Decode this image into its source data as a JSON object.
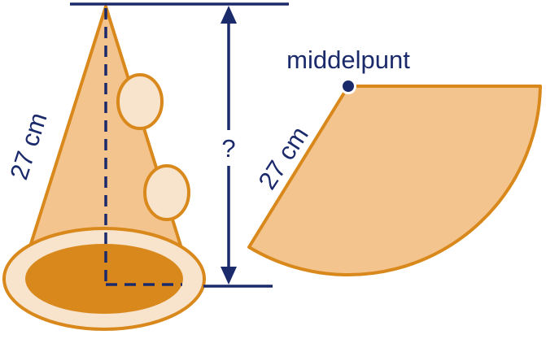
{
  "labels": {
    "cone_slant": "27 cm",
    "height_unknown": "?",
    "sector_radius": "27 cm",
    "center_point": "middelpunt"
  },
  "colors": {
    "cone_fill": "#f4c48f",
    "cone_stroke": "#d9891c",
    "brim_fill": "#f8e3cc",
    "base_fill": "#d9891c",
    "decoration_fill": "#f8e3cc",
    "line_color": "#1b2a6b"
  }
}
